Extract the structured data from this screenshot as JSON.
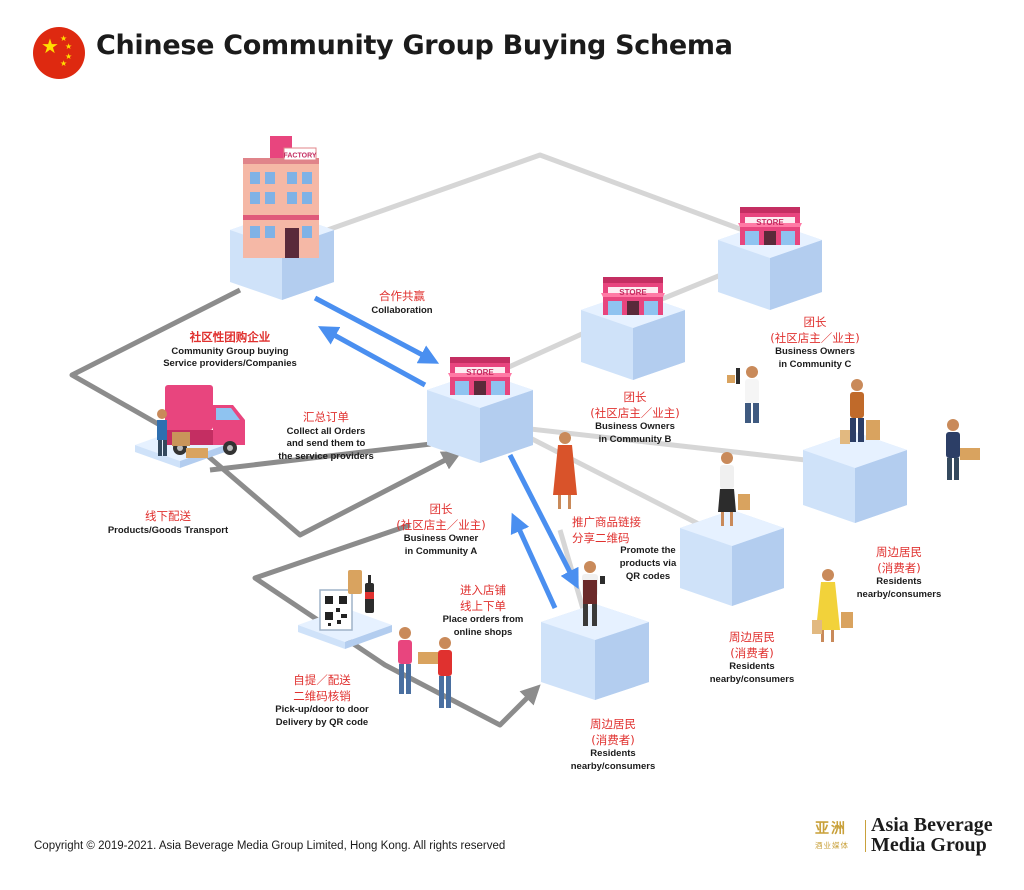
{
  "header": {
    "title": "Chinese Community Group Buying Schema",
    "flag_icon": "china-flag-icon"
  },
  "labels": {
    "collaboration": {
      "zh": "合作共赢",
      "en": "Collaboration"
    },
    "service_providers": {
      "zh": "社区性团购企业",
      "en1": "Community Group buying",
      "en2": "Service providers/Companies"
    },
    "collect_orders": {
      "zh": "汇总订单",
      "en1": "Collect all Orders",
      "en2": "and send them to",
      "en3": "the service providers"
    },
    "transport": {
      "zh": "线下配送",
      "en": "Products/Goods Transport"
    },
    "owner_a": {
      "zh1": "团长",
      "zh2": "(社区店主／业主)",
      "en1": "Business Owner",
      "en2": "in Community A"
    },
    "owner_b": {
      "zh1": "团长",
      "zh2": "(社区店主／业主)",
      "en1": "Business Owners",
      "en2": "in Community B"
    },
    "owner_c": {
      "zh1": "团长",
      "zh2": "(社区店主／业主)",
      "en1": "Business Owners",
      "en2": "in Community C"
    },
    "promote": {
      "zh1": "推广商品链接",
      "zh2": "分享二维码",
      "en1": "Promote the",
      "en2": "products via",
      "en3": "QR codes"
    },
    "place_orders": {
      "zh1": "进入店铺",
      "zh2": "线上下单",
      "en1": "Place orders from",
      "en2": "online shops"
    },
    "pickup": {
      "zh1": "自提／配送",
      "zh2": "二维码核销",
      "en1": "Pick-up/door to door",
      "en2": "Delivery by QR code"
    },
    "residents_1": {
      "zh1": "周边居民",
      "zh2": "(消费者)",
      "en1": "Residents",
      "en2": "nearby/consumers"
    },
    "residents_2": {
      "zh1": "周边居民",
      "zh2": "(消费者)",
      "en1": "Residents",
      "en2": "nearby/consumers"
    },
    "residents_3": {
      "zh1": "周边居民",
      "zh2": "(消费者)",
      "en1": "Residents",
      "en2": "nearby/consumers"
    }
  },
  "building_signs": {
    "factory": "FACTORY",
    "store": "STORE"
  },
  "footer": {
    "copyright": "Copyright © 2019-2021. Asia Beverage Media Group Limited, Hong Kong. All rights reserved",
    "logo_cn_1": "亚洲",
    "logo_cn_2": "酒业媒体",
    "logo_line1": "Asia Beverage",
    "logo_line2": "Media Group"
  },
  "colors": {
    "accent_red": "#e0312f",
    "arrow_blue": "#4a8ff0",
    "arrow_gray": "#8c8c8c",
    "line_light": "#d6d6d6",
    "tile_top": "#e6f1ff",
    "tile_left": "#cfe2f9",
    "tile_right": "#b3cdef",
    "store_pink": "#e8457e",
    "factory_wall": "#f5b8a6"
  }
}
